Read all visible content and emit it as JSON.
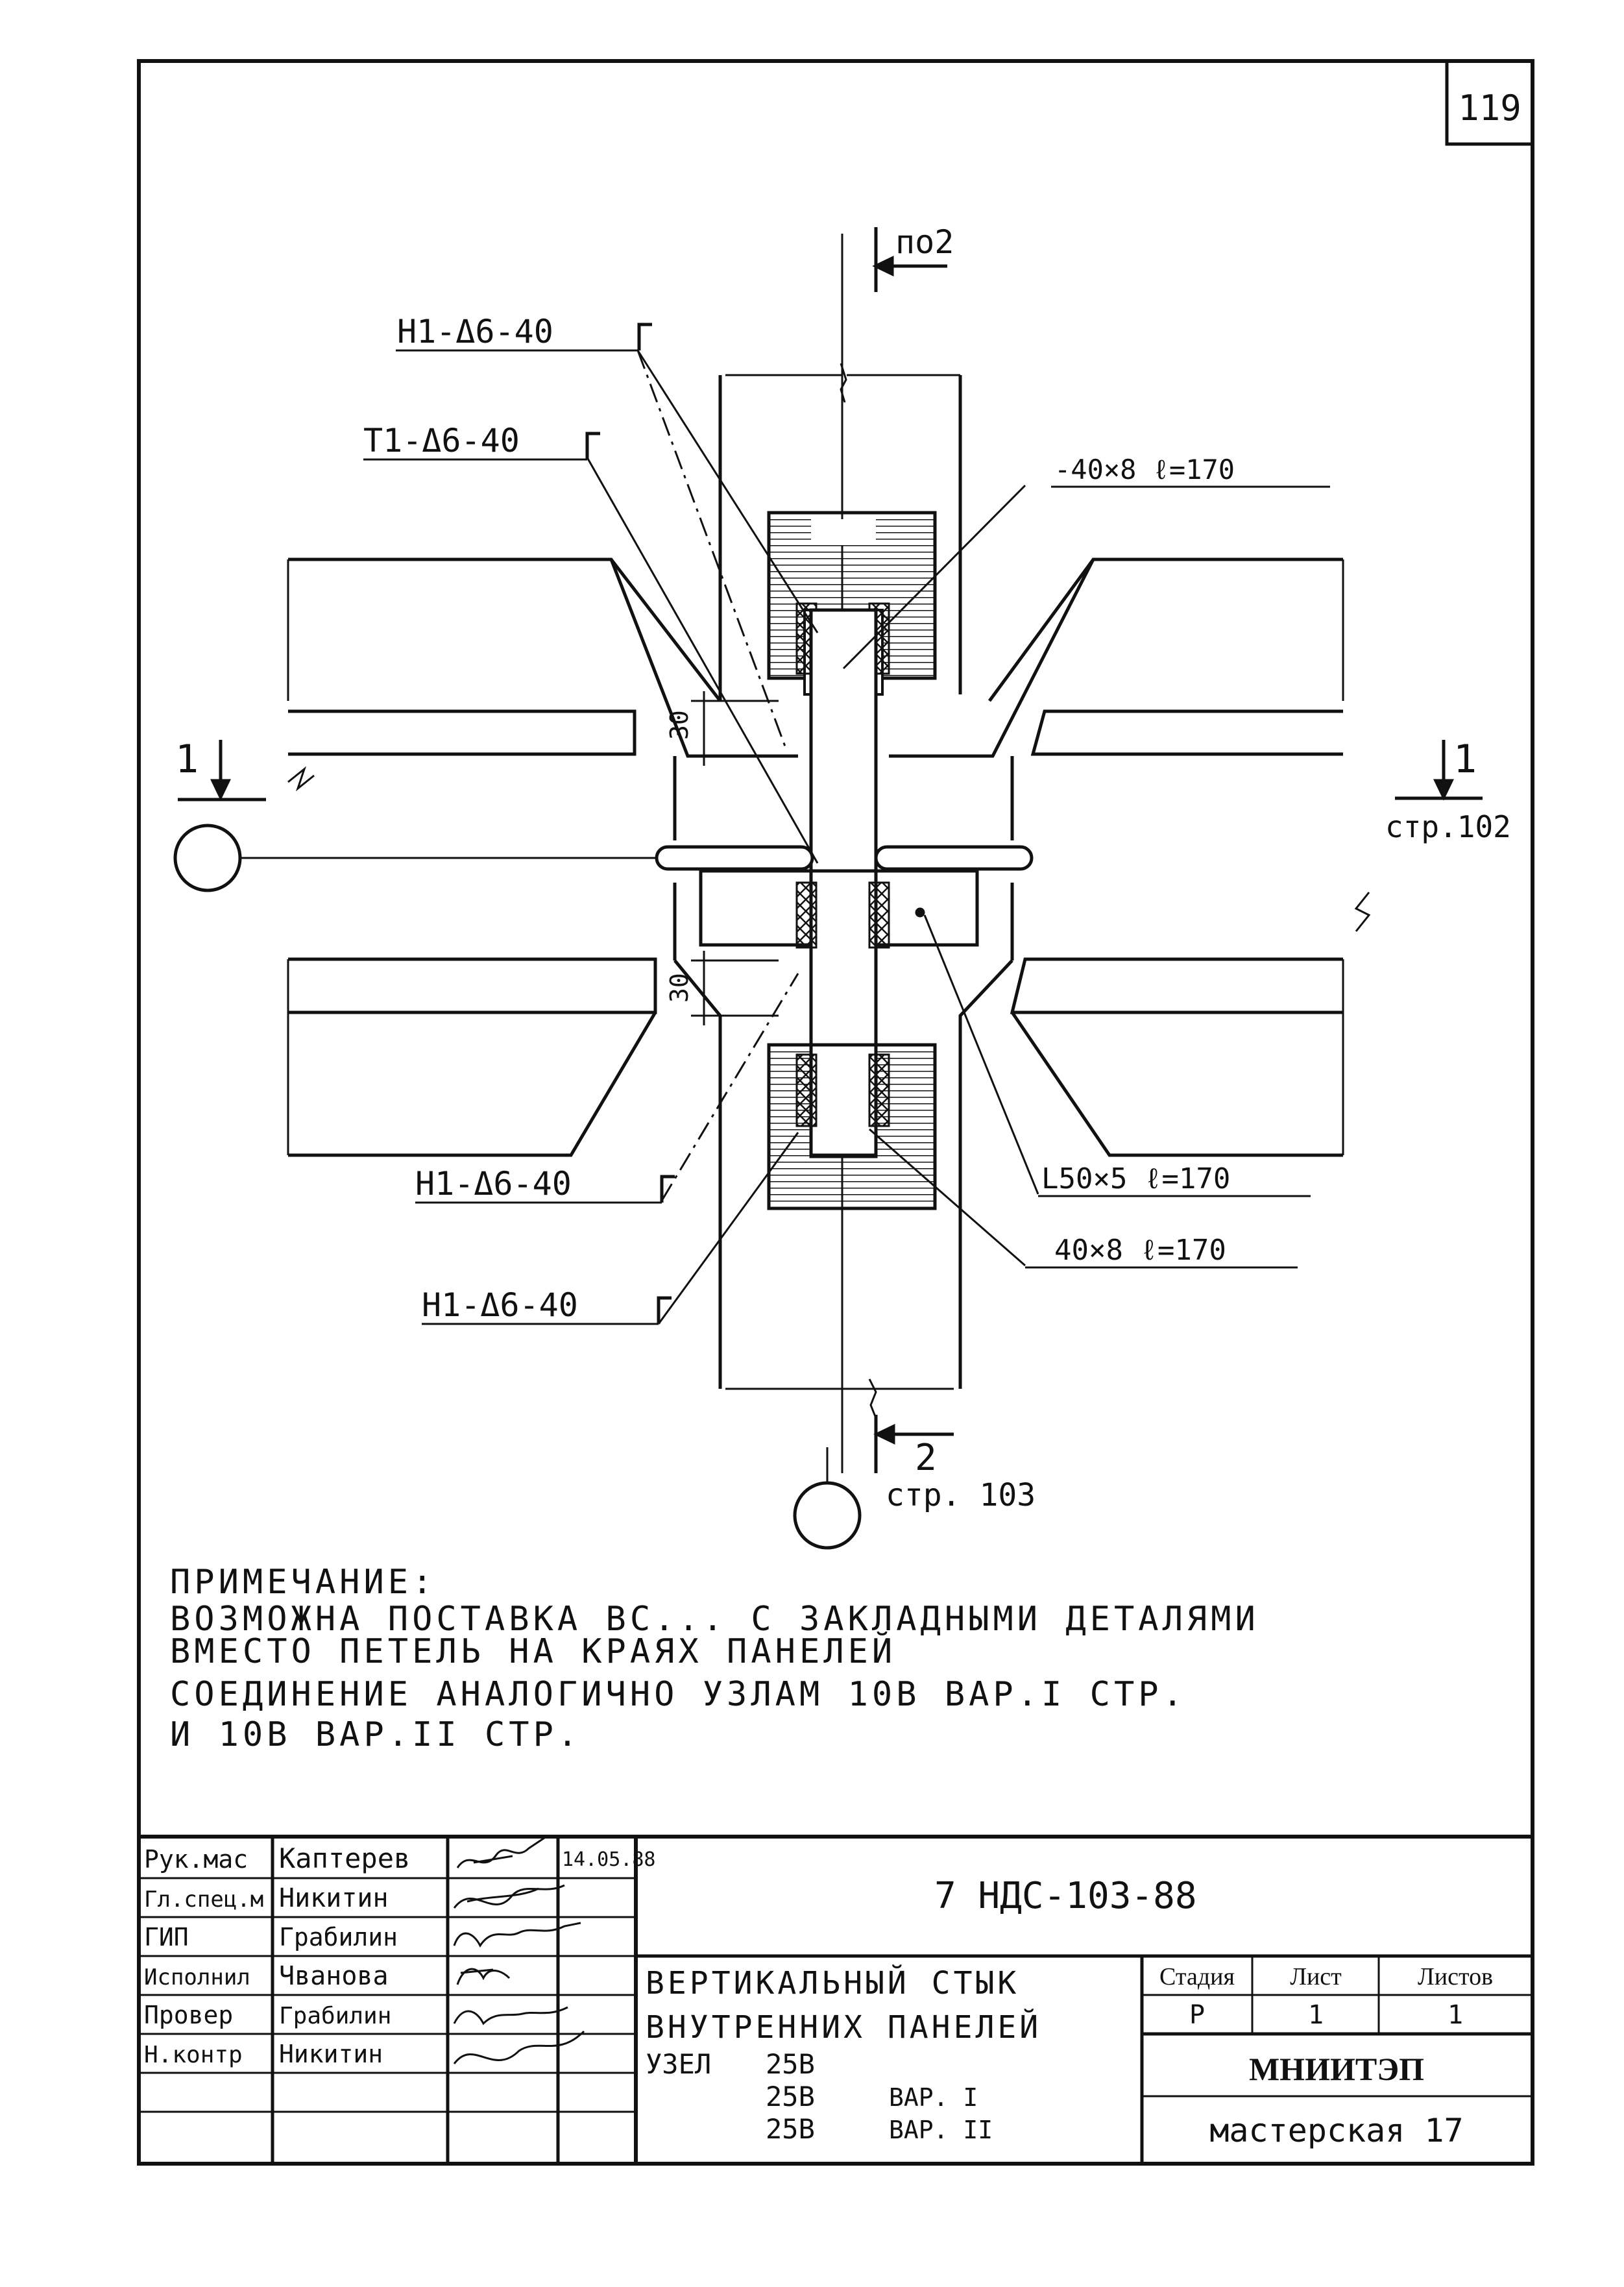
{
  "sheet_number": "119",
  "section_refs": {
    "top": "по2",
    "left_number": "1",
    "right_number": "1",
    "right_page": "стр.102",
    "bottom_number": "2",
    "bottom_page": "стр. 103"
  },
  "callouts": {
    "n1_top": "Н1-Δ6-40",
    "t1": "Т1-Δ6-40",
    "plate_top": "-40×8  ℓ=170",
    "n1_bottom_1": "Н1-Δ6-40",
    "n1_bottom_2": "Н1-Δ6-40",
    "angle": "L50×5  ℓ=170",
    "plate_bottom": "40×8  ℓ=170",
    "gap": "30"
  },
  "note": {
    "heading": "ПРИМЕЧАНИЕ:",
    "line1": "ВОЗМОЖНА ПОСТАВКА ВС... С ЗАКЛАДНЫМИ ДЕТАЛЯМИ",
    "line2": "ВМЕСТО ПЕТЕЛЬ НА КРАЯХ ПАНЕЛЕЙ",
    "line3": "СОЕДИНЕНИЕ АНАЛОГИЧНО УЗЛАМ 10В ВАР.I СТР.",
    "line4": "И 10В ВАР.II СТР."
  },
  "title_block": {
    "roles": [
      "Рук.мас",
      "Гл.спец.м",
      "ГИП",
      "Исполнил",
      "Провер",
      "Н.контр"
    ],
    "names": [
      "Каптерев",
      "Никитин",
      "Грабилин",
      "Чванова",
      "Грабилин",
      "Никитин"
    ],
    "date": "14.05.88",
    "doc_code": "7 НДС-103-88",
    "title_line1": "ВЕРТИКАЛЬНЫЙ СТЫК",
    "title_line2": "ВНУТРЕННИХ ПАНЕЛЕЙ",
    "node_label": "УЗЕЛ",
    "node_1": "25В",
    "node_2": "25В",
    "node_3": "25В",
    "var_1": "ВАР. I",
    "var_2": "ВАР. II",
    "stage_header": "Стадия",
    "sheet_header": "Лист",
    "sheets_header": "Листов",
    "stage": "Р",
    "sheet": "1",
    "sheets": "1",
    "org": "МНИИТЭП",
    "workshop": "мастерская 17"
  }
}
